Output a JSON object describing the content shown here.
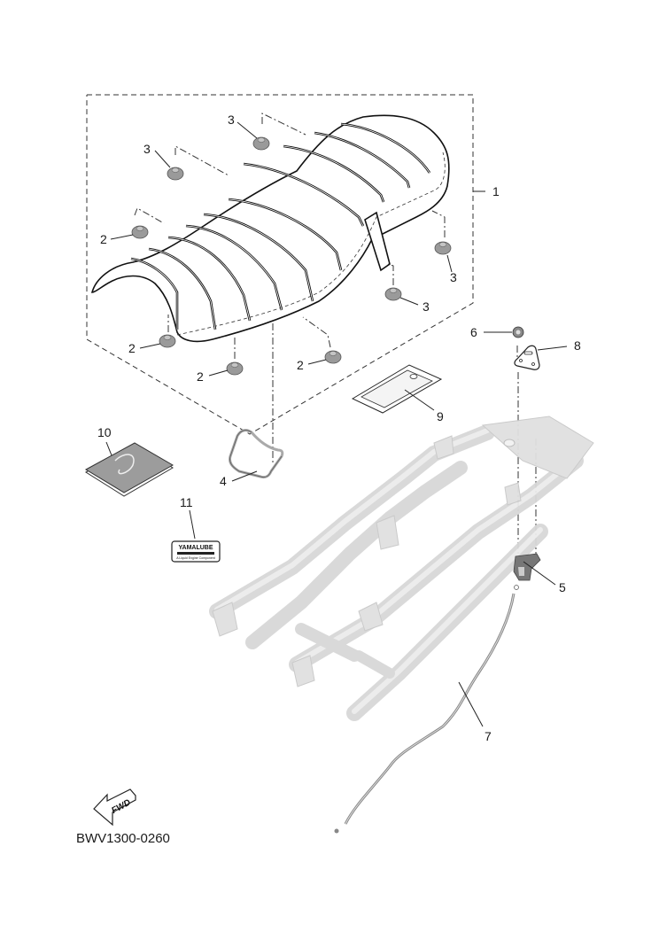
{
  "diagram": {
    "title": "Seat parts exploded view",
    "diagram_code": "BWV1300-0260",
    "fwd_label": "FWD",
    "callouts": [
      {
        "id": "c1",
        "number": "1",
        "part": "seat assembly"
      },
      {
        "id": "c2a",
        "number": "2",
        "part": "damper"
      },
      {
        "id": "c2b",
        "number": "2",
        "part": "damper"
      },
      {
        "id": "c2c",
        "number": "2",
        "part": "damper"
      },
      {
        "id": "c2d",
        "number": "2",
        "part": "damper"
      },
      {
        "id": "c3a",
        "number": "3",
        "part": "damper"
      },
      {
        "id": "c3b",
        "number": "3",
        "part": "damper"
      },
      {
        "id": "c3c",
        "number": "3",
        "part": "damper"
      },
      {
        "id": "c3d",
        "number": "3",
        "part": "damper"
      },
      {
        "id": "c4",
        "number": "4",
        "part": "seat hook"
      },
      {
        "id": "c5",
        "number": "5",
        "part": "seat lock"
      },
      {
        "id": "c6",
        "number": "6",
        "part": "nut"
      },
      {
        "id": "c7",
        "number": "7",
        "part": "cable"
      },
      {
        "id": "c8",
        "number": "8",
        "part": "bracket"
      },
      {
        "id": "c9",
        "number": "9",
        "part": "pad"
      },
      {
        "id": "c10",
        "number": "10",
        "part": "owner's manual"
      },
      {
        "id": "c11",
        "number": "11",
        "part": "label"
      }
    ],
    "label_text": {
      "brand": "YAMALUBE",
      "tagline": "A Liquid Engine Component"
    }
  }
}
